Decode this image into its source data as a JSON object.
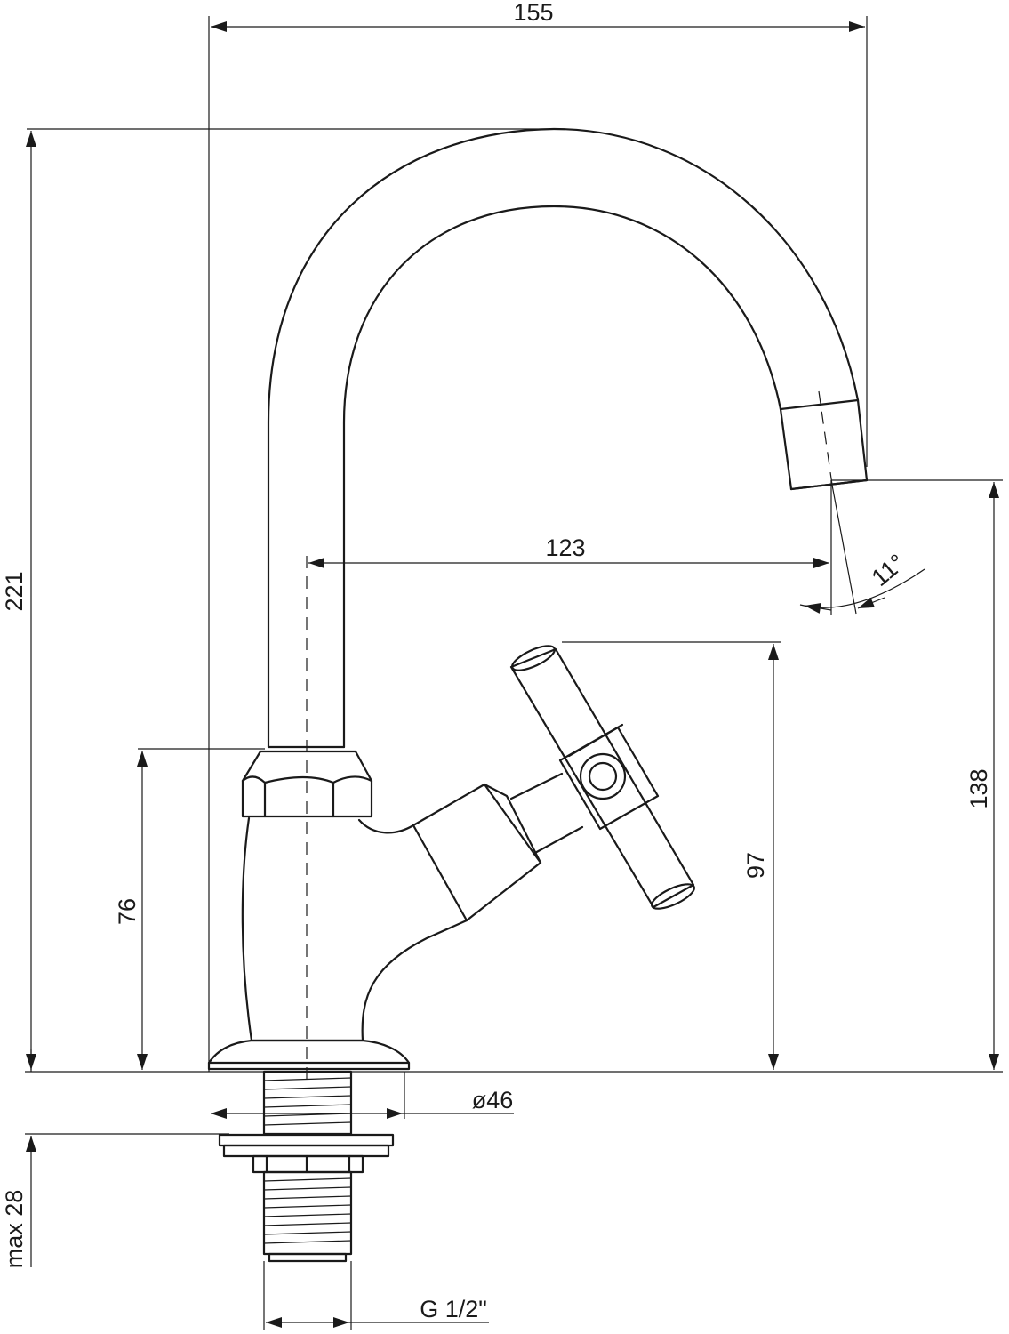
{
  "drawing": {
    "dimensions": {
      "overall_reach": "155",
      "height_total": "221",
      "spout_reach": "123",
      "spout_height": "138",
      "handle_height": "97",
      "body_height": "76",
      "base_diameter": "ø46",
      "max_thickness": "max 28",
      "thread": "G 1/2\"",
      "angle": "11°"
    },
    "colors": {
      "line": "#1a1a1a",
      "background": "#ffffff"
    }
  }
}
